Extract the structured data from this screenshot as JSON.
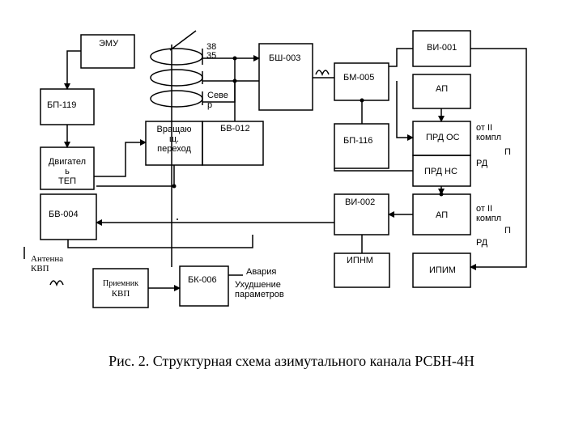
{
  "blocks": {
    "emu": "ЭМУ",
    "bp119": "БП-119",
    "engine": [
      "Двигател",
      "ь",
      "ТЕП"
    ],
    "rotary": [
      "Вращаю",
      "щ.",
      "переход"
    ],
    "bv012": "БВ-012",
    "bsh003": "БШ-003",
    "vi001": "ВИ-001",
    "bm005": "БМ-005",
    "ap_top": "АП",
    "bp116": "БП-116",
    "prd_os": "ПРД ОС",
    "prd_ns": "ПРД НС",
    "bv004": "БВ-004",
    "vi002": "ВИ-002",
    "ap_bottom": "АП",
    "ipnm": "ИПНМ",
    "ipim": "ИПИМ",
    "receiver": [
      "Приемник",
      "КВП"
    ],
    "bk006": "БК-006"
  },
  "labels": {
    "n38": "38",
    "n35": "35",
    "north": [
      "Севе",
      "р"
    ],
    "from2_top": [
      "от II",
      "компл"
    ],
    "p_top": "П",
    "rd_top": "РД",
    "from2_bottom": [
      "от II",
      "компл"
    ],
    "p_bottom": "П",
    "rd_bottom": "РД",
    "antenna": [
      "Антенна",
      "КВП"
    ],
    "alarm": "Авария",
    "degrade": [
      "Ухудшение",
      "параметров"
    ]
  },
  "caption": "Рис. 2. Структурная схема азимутального канала РСБН-4Н",
  "colors": {
    "line": "#000000",
    "background": "#ffffff"
  }
}
